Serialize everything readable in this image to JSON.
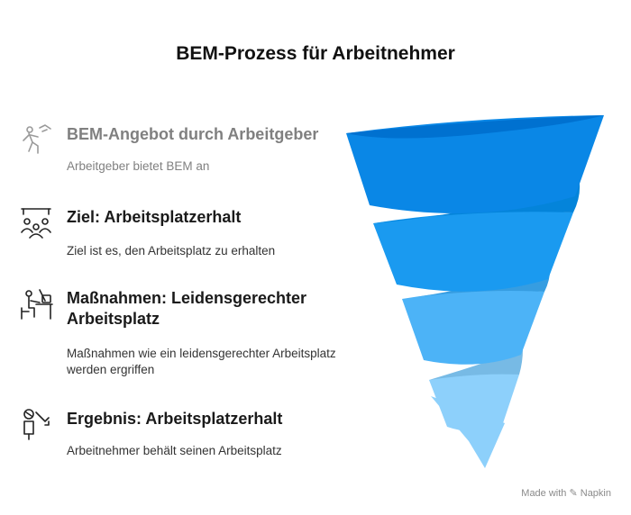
{
  "title": "BEM-Prozess für Arbeitnehmer",
  "steps": [
    {
      "heading": "BEM-Angebot durch Arbeitgeber",
      "description": "Arbeitgeber bietet BEM an",
      "icon": "person-running-icon"
    },
    {
      "heading": "Ziel: Arbeitsplatzerhalt",
      "description": "Ziel ist es, den Arbeitsplatz zu erhalten",
      "icon": "meeting-people-icon"
    },
    {
      "heading": "Maßnahmen: Leidensgerechter Arbeitsplatz",
      "description": "Maßnahmen wie ein leidensgerechter Arbeitsplatz werden ergriffen",
      "icon": "person-at-desk-icon"
    },
    {
      "heading": "Ergebnis: Arbeitsplatzerhalt",
      "description": "Arbeitnehmer behält seinen Arbeitsplatz",
      "icon": "person-result-icon"
    }
  ],
  "funnel_colors": [
    "#0a87e6",
    "#1a9af0",
    "#4cb3f7",
    "#8dd0fb"
  ],
  "brand": "Made with ✎ Napkin"
}
